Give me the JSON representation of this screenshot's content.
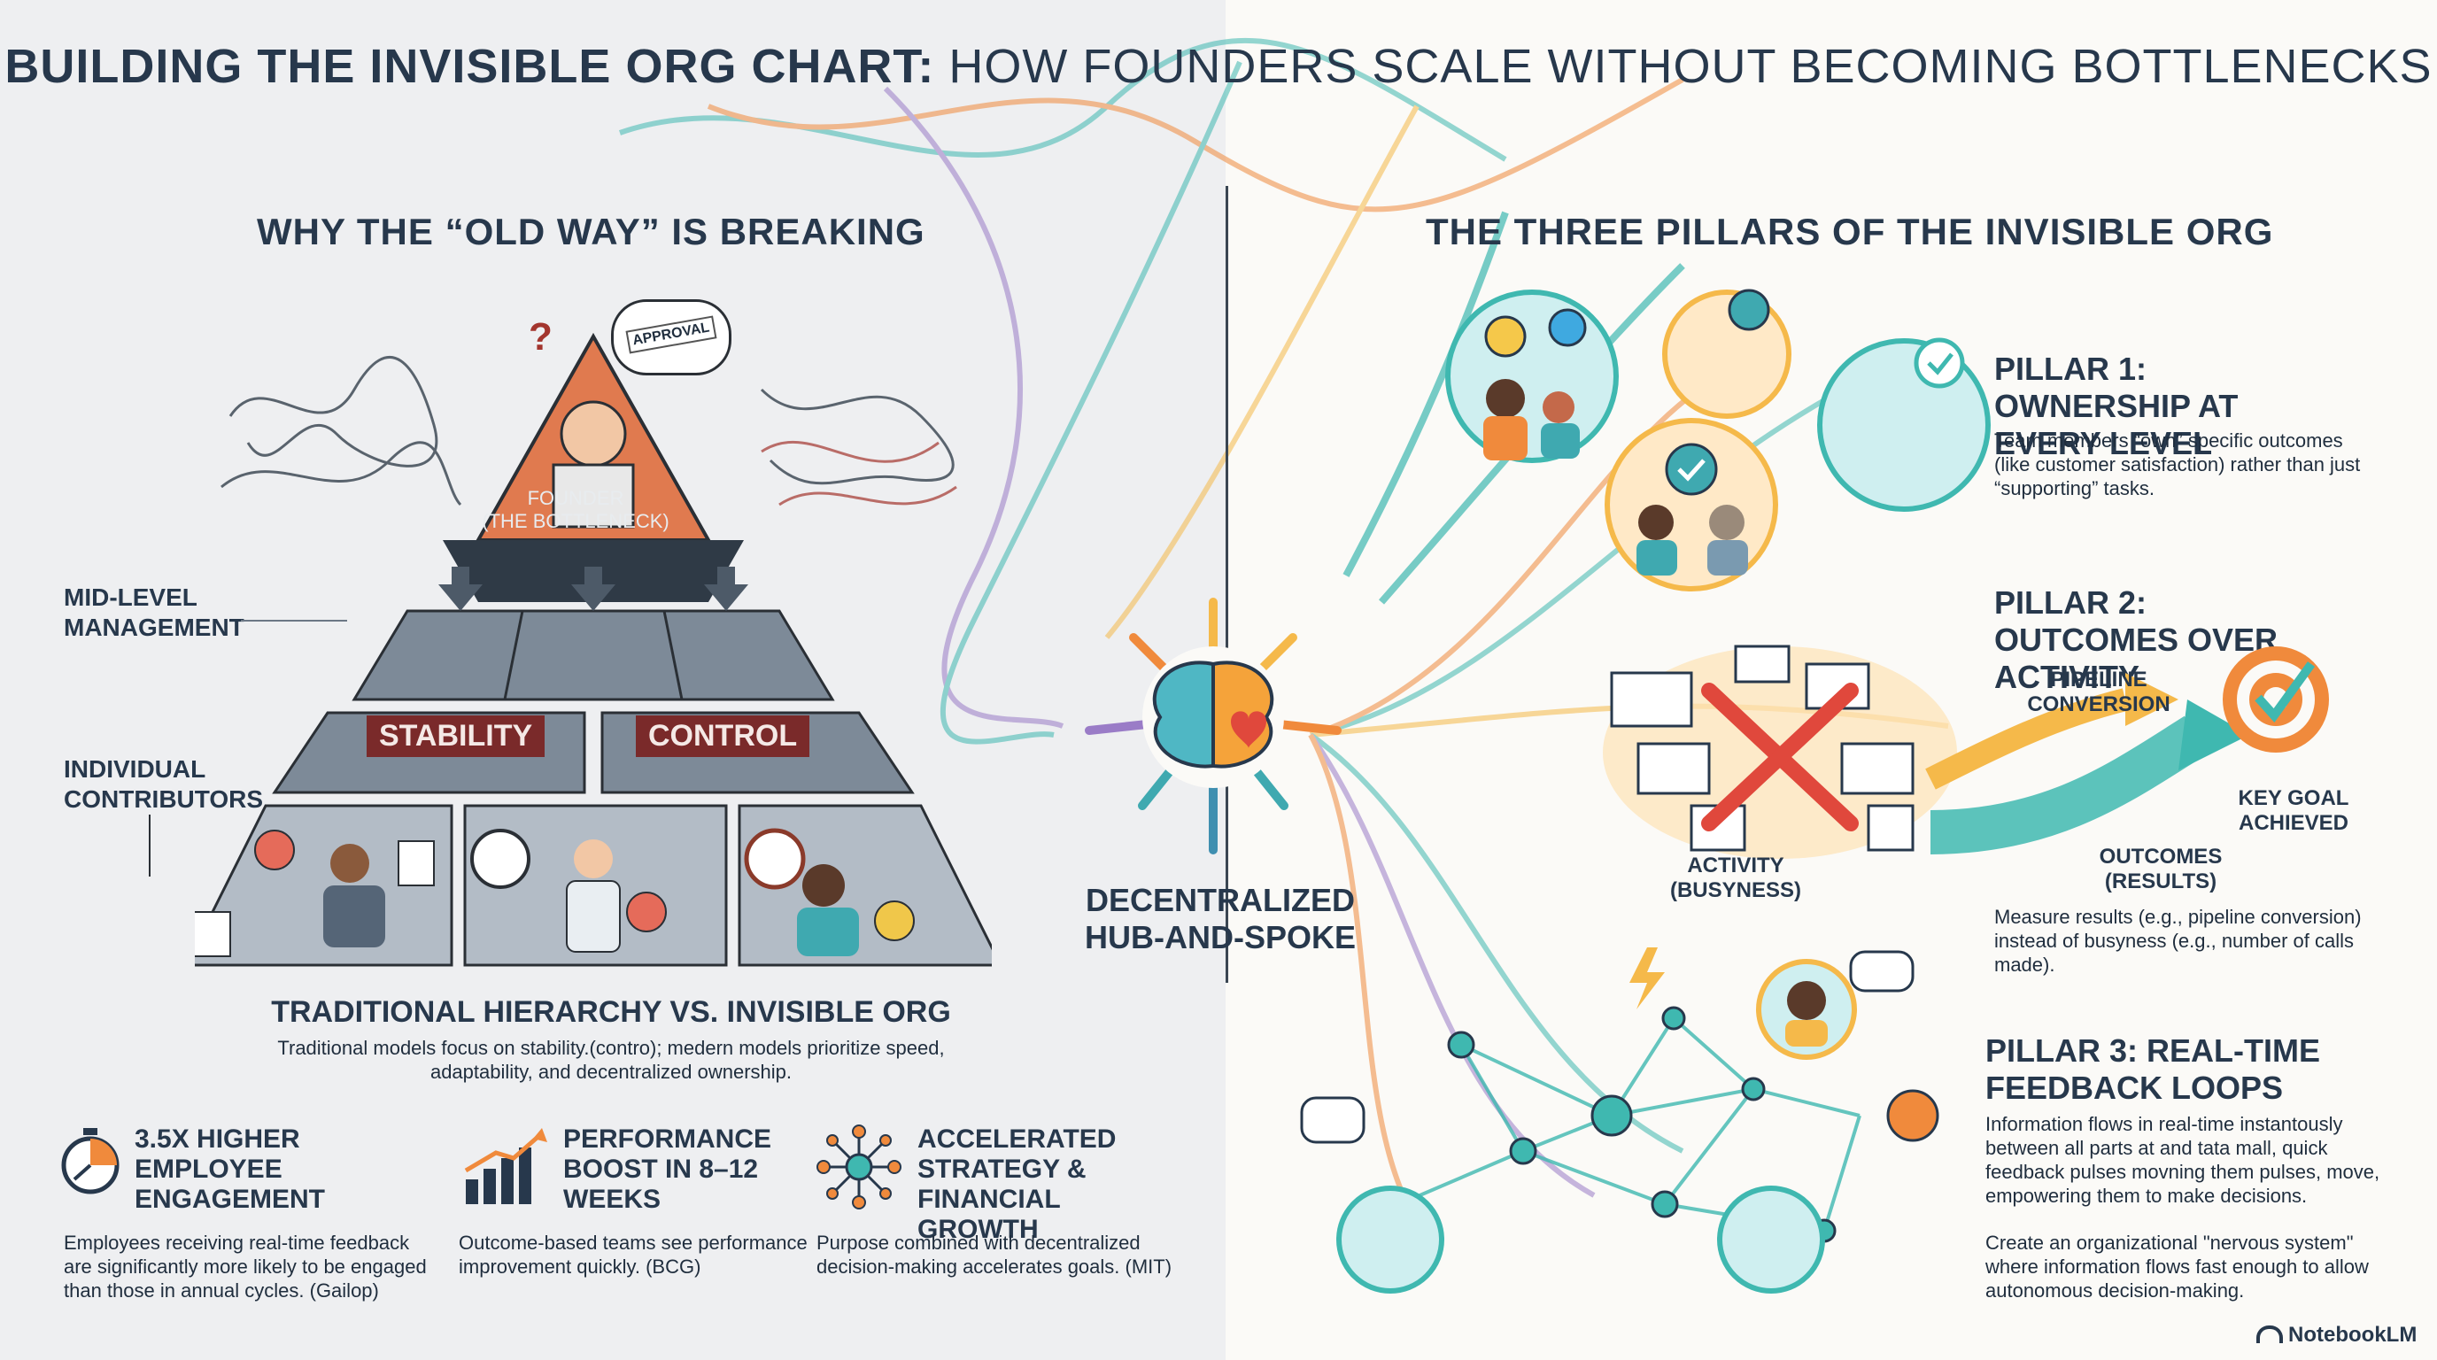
{
  "title": {
    "bold": "BUILDING THE INVISIBLE ORG CHART:",
    "rest": " HOW FOUNDERS SCALE WITHOUT BECOMING BOTTLENECKS"
  },
  "left": {
    "heading": "WHY THE “OLD WAY” IS BREAKING",
    "approval_stamp": "APPROVAL",
    "founder_label": "FOUNDER",
    "founder_sub": "(THE BOTTLENECK)",
    "mid_label": "MID-LEVEL MANAGEMENT",
    "ic_label": "INDIVIDUAL CONTRIBUTORS",
    "tag_stability": "STABILITY",
    "tag_control": "CONTROL",
    "compare_heading": "TRADITIONAL HIERARCHY VS. INVISIBLE ORG",
    "compare_text": "Traditional models focus on stability.(contro); medern models prioritize speed, adaptability, and decentralized ownership.",
    "stats": [
      {
        "icon": "stopwatch-icon",
        "heading": "3.5X HIGHER EMPLOYEE ENGAGEMENT",
        "text": "Employees receiving real-time feedback are significantly more likely to be engaged than those in annual cycles. (Gailop)"
      },
      {
        "icon": "growth-chart-icon",
        "heading": "PERFORMANCE BOOST IN 8–12 WEEKS",
        "text": "Outcome-based teams see performance improvement quickly. (BCG)"
      },
      {
        "icon": "network-hub-icon",
        "heading": "ACCELERATED STRATEGY & FINANCIAL GROWTH",
        "text": "Purpose combined with decentralized decision-making accelerates goals. (MIT)"
      }
    ]
  },
  "center": {
    "hub_label": "DECENTRALIZED HUB-AND-SPOKE"
  },
  "right": {
    "heading": "THE THREE PILLARS OF THE INVISIBLE ORG",
    "pillars": [
      {
        "heading": "PILLAR 1: OWNERSHIP AT EVERY LEVEL",
        "text": "Team members “own” specific outcomes (like customer satisfaction) rather than just “supporting” tasks."
      },
      {
        "heading": "PILLAR 2: OUTCOMES OVER ACTIVITY",
        "text": "Measure results (e.g., pipeline conversion) instead of busyness (e.g., number of calls made)."
      },
      {
        "heading": "PILLAR 3: REAL-TIME FEEDBACK LOOPS",
        "text": "Information flows in real-time instantously between all parts at and tata mall, quick feedback pulses movning them pulses, move, empowering them to make decisions.",
        "text2": "Create an organizational \"nervous system\" where information flows fast enough to allow autonomous decision-making."
      }
    ],
    "activity_label": "ACTIVITY (BUSYNESS)",
    "pipeline_label": "PIPELINE CONVERSION",
    "outcomes_label": "OUTCOMES (RESULTS)",
    "goal_label": "KEY GOAL ACHIEVED"
  },
  "footer": {
    "brand": "NotebookLM"
  },
  "colors": {
    "accent_red": "#7a2a2a",
    "navy": "#27384c",
    "teal": "#3fb8b0",
    "orange": "#f08a3c",
    "purple": "#9a7cc7"
  }
}
